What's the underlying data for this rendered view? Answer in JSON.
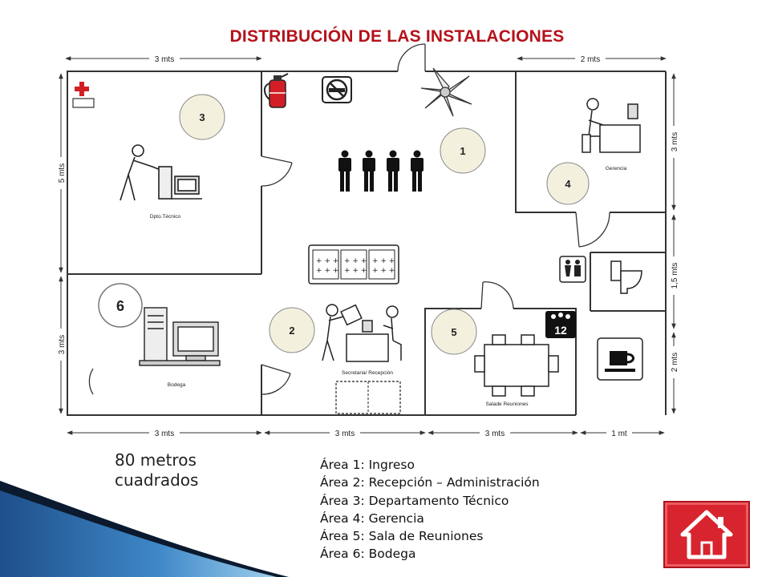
{
  "title": "DISTRIBUCIÓN DE LAS INSTALACIONES",
  "dimensions": {
    "top_left": "3 mts",
    "top_right": "2 mts",
    "left_upper": "5 mts",
    "left_lower": "3 mts",
    "right_upper": "3 mts",
    "right_middle": "1,5 mts",
    "right_lower": "2 mts",
    "bottom": [
      "3 mts",
      "3 mts",
      "3 mts",
      "1 mt"
    ]
  },
  "zones": [
    {
      "number": "1"
    },
    {
      "number": "2",
      "label": "Secretaria/ Recepción"
    },
    {
      "number": "3",
      "label": "Dpto.Técnico"
    },
    {
      "number": "4",
      "label": "Gerencia"
    },
    {
      "number": "5",
      "label": "Salade Reuniones"
    },
    {
      "number": "6",
      "label": "Bodega"
    }
  ],
  "calendar_number": "12",
  "area_total": [
    "80 metros",
    "cuadrados"
  ],
  "legend": [
    "Área 1: Ingreso",
    "Área 2: Recepción – Administración",
    "Área 3: Departamento Técnico",
    "Área 4: Gerencia",
    "Área 5: Sala de Reuniones",
    "Área 6: Bodega"
  ],
  "colors": {
    "title": "#b5121b",
    "home_button": "#d8242f",
    "circle_fill": "#f3f1de",
    "bar_gradient_start": "#1e4f8a",
    "bar_gradient_end": "#8fc6ea"
  },
  "icons": [
    "first-aid-icon",
    "fire-extinguisher-icon",
    "no-smoking-icon",
    "plant-icon",
    "people-icon",
    "restroom-icon",
    "toilet-icon",
    "coffee-icon",
    "home-icon"
  ]
}
